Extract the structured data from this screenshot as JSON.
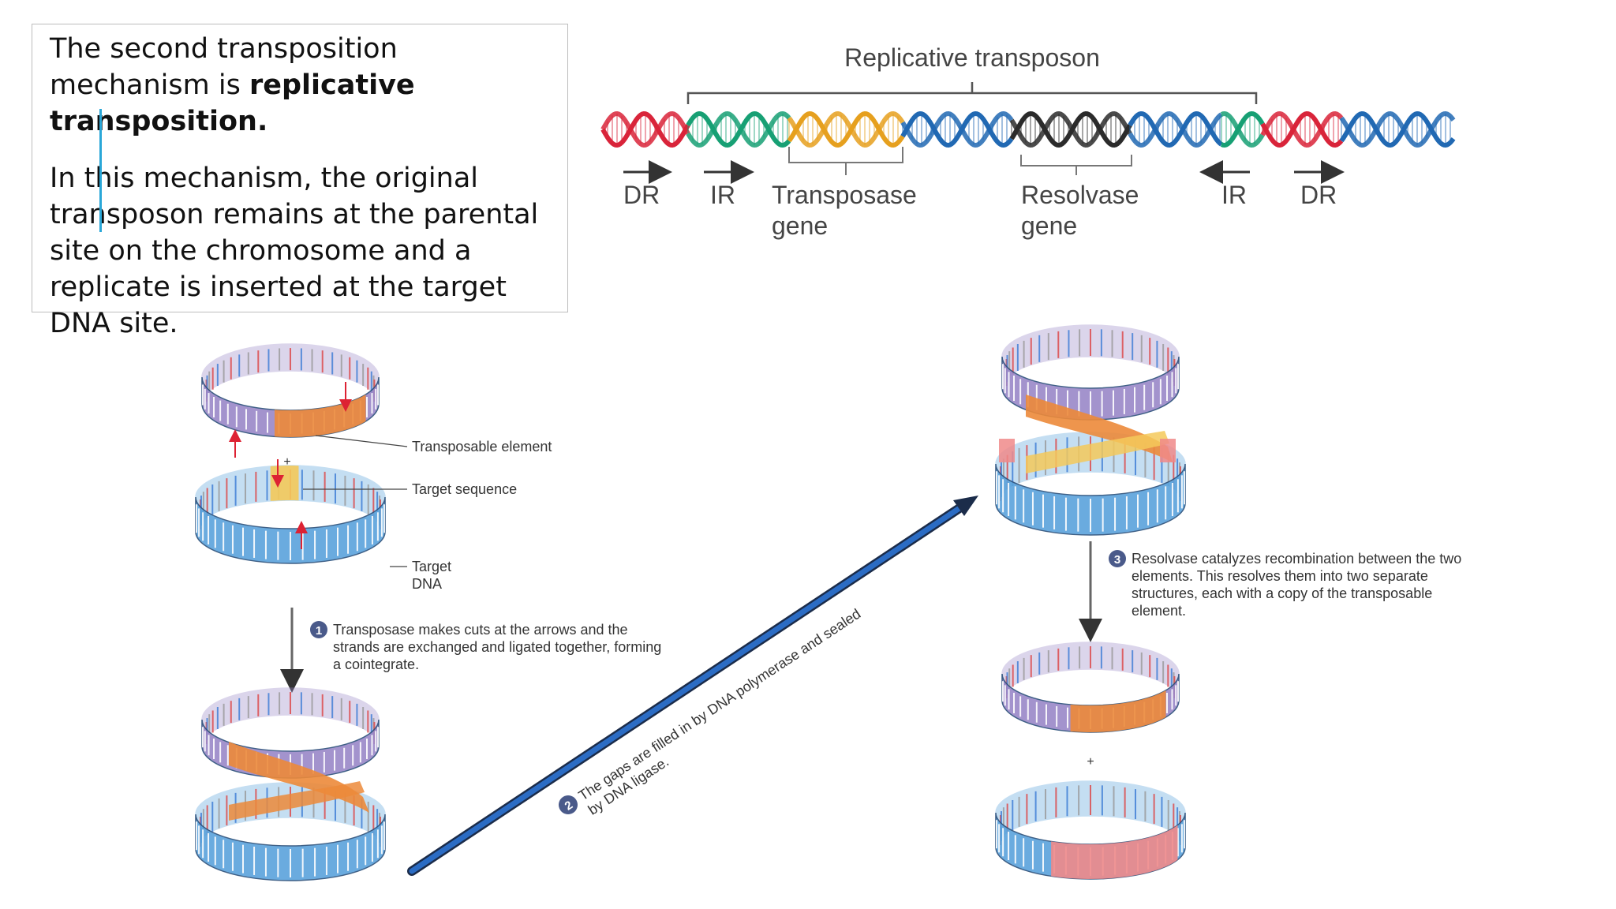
{
  "slide": {
    "heading_plain": "The second transposition mechanism is",
    "heading_bold": "replicative transposition.",
    "body": "In this mechanism, the original transposon remains at the parental site on the chromosome and a replicate is inserted at the target DNA site."
  },
  "transposon_figure": {
    "title": "Replicative transposon",
    "labels": {
      "dr_left": "DR",
      "ir_left": "IR",
      "transposase_1": "Transposase",
      "transposase_2": "gene",
      "resolvase_1": "Resolvase",
      "resolvase_2": "gene",
      "ir_right": "IR",
      "dr_right": "DR"
    },
    "colors": {
      "red": "#d9243a",
      "blue": "#2169b3",
      "green": "#17a074",
      "gold": "#e6a01e",
      "black": "#2b2b2b"
    }
  },
  "mechanism_figure": {
    "labels": {
      "transposable_element": "Transposable element",
      "target_sequence": "Target sequence",
      "target_dna_1": "Target",
      "target_dna_2": "DNA",
      "plus_1": "+",
      "plus_2": "+"
    },
    "steps": {
      "step1_num": "1",
      "step1_line1": "Transposase makes cuts at the arrows and the",
      "step1_line2": "strands are exchanged and ligated together, forming",
      "step1_line3": "a cointegrate.",
      "step2_num": "2",
      "step2_line1": "The gaps are filled in by DNA polymerase and sealed",
      "step2_line2": "by DNA ligase.",
      "step3_num": "3",
      "step3_line1": "Resolvase catalyzes recombination between the two",
      "step3_line2": "elements. This resolves them into two separate",
      "step3_line3": "structures, each with a copy of the transposable",
      "step3_line4": "element."
    }
  }
}
